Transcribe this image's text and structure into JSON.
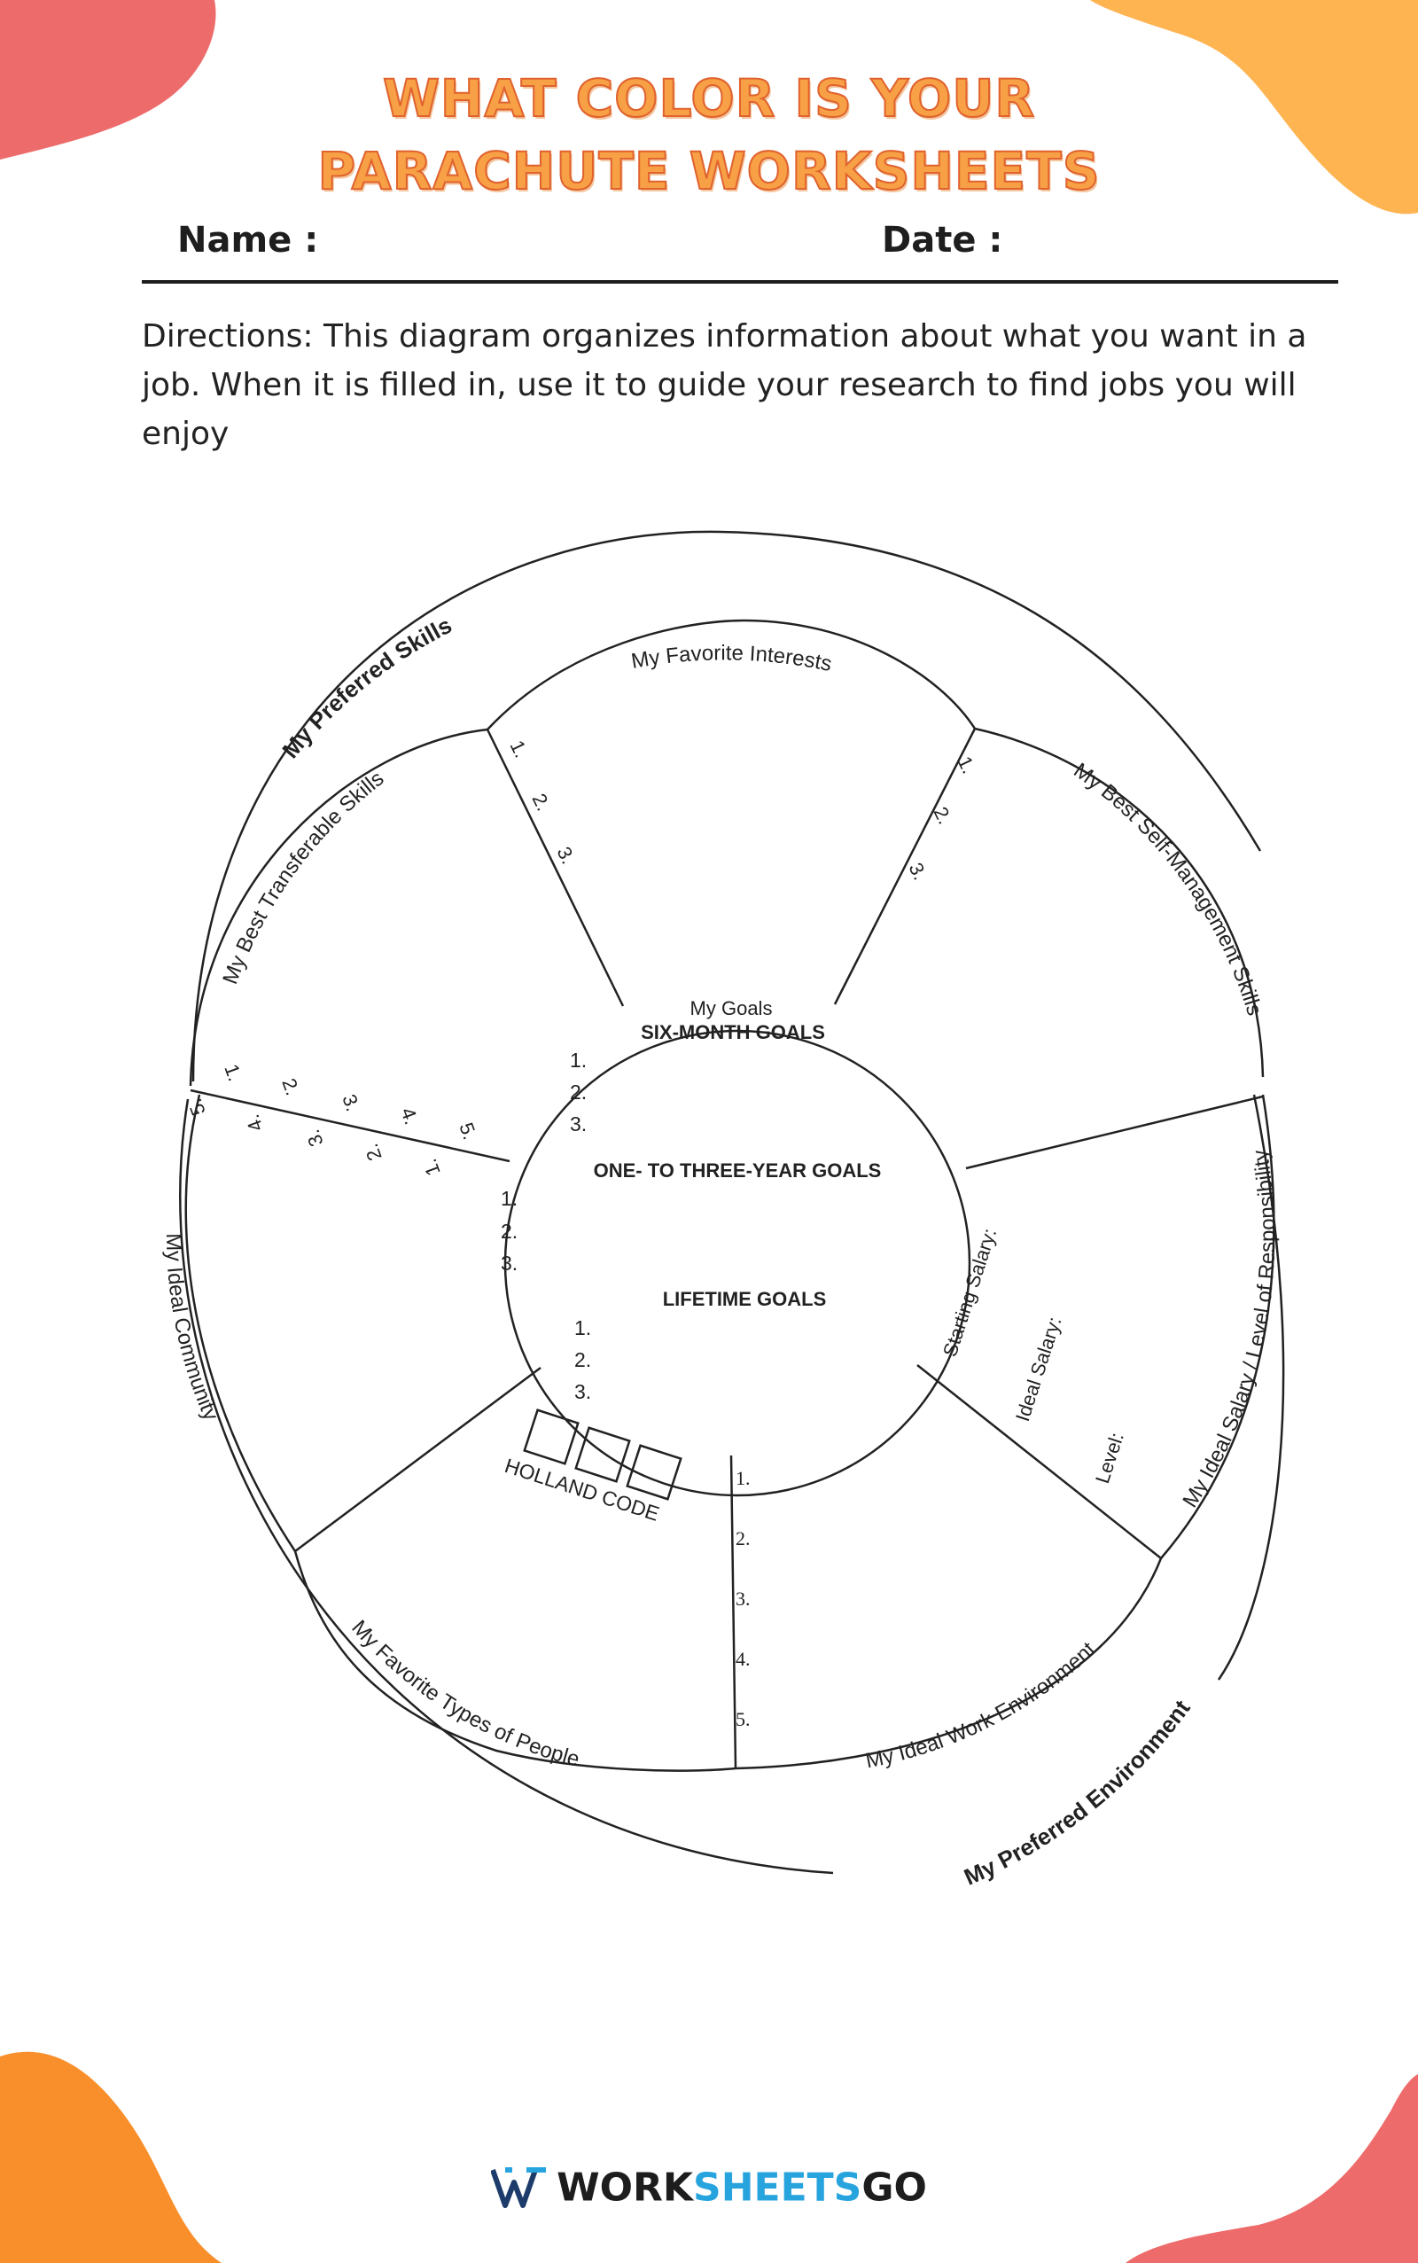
{
  "header": {
    "title_line1": "WHAT COLOR IS YOUR",
    "title_line2": "PARACHUTE WORKSHEETS",
    "name_label": "Name :",
    "date_label": "Date :"
  },
  "directions": "Directions: This diagram organizes information about what you want in a job. When it is filled in, use it to guide your research to find jobs you will enjoy",
  "diagram": {
    "outer_top": "My Preferred Skills",
    "outer_bottom": "My Preferred Environment",
    "interests": "My Favorite Interests",
    "transferable": "My Best Transferable Skills",
    "self_management": "My Best Self-Management Skills",
    "community": "My Ideal Community",
    "salary": "My Ideal Salary / Level of Responsibility",
    "people": "My Favorite Types of People",
    "work_env": "My Ideal Work Environment",
    "holland": "HOLLAND CODE",
    "starting_salary": "Starting Salary:",
    "ideal_salary": "Ideal Salary:",
    "level": "Level:",
    "goals_heading": "My Goals",
    "six_month": "SIX-MONTH GOALS",
    "one_three": "ONE- TO THREE-YEAR GOALS",
    "lifetime": "LIFETIME GOALS",
    "n1": "1.",
    "n2": "2.",
    "n3": "3.",
    "n4": "4.",
    "n5": "5."
  },
  "footer": {
    "brand_part1": "WORK",
    "brand_part2": "SHEETS",
    "brand_part3": "GO"
  },
  "colors": {
    "coral": "#ee6b6b",
    "orange": "#f98f2b",
    "light_orange": "#ffb452",
    "title_fill": "#f7a045",
    "brand_blue": "#27a3dd"
  }
}
